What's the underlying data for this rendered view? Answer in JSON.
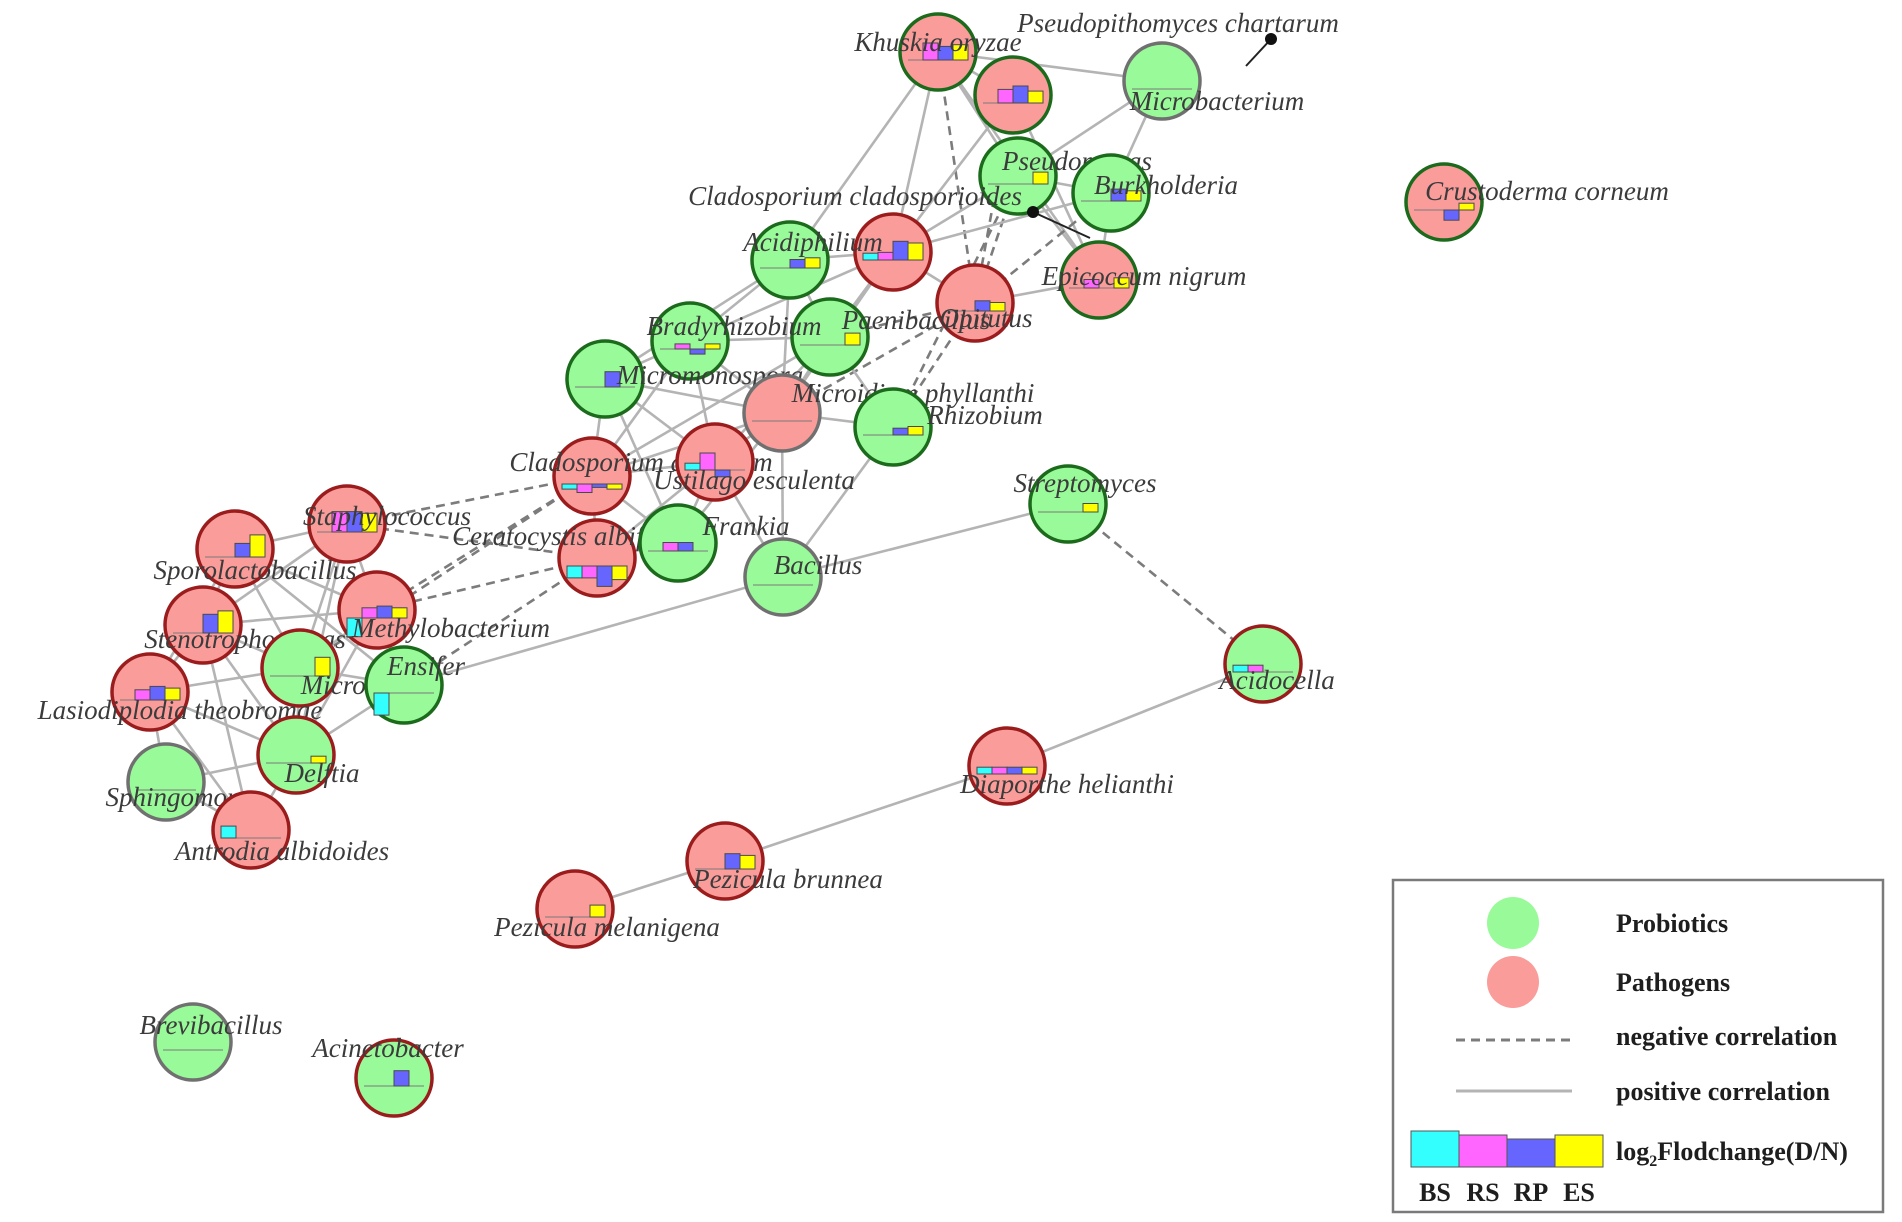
{
  "colors": {
    "probiotic_fill": "#99fa99",
    "pathogen_fill": "#f99c9a",
    "border_probiotic": "#1c6a1c",
    "border_pathogen": "#9a1c1c",
    "border_neutral": "#707070",
    "edge_positive": "#b4b4b4",
    "edge_negative": "#7c7c7c",
    "bar_bs": "#33ffff",
    "bar_rs": "#ff66ff",
    "bar_rp": "#6666ff",
    "bar_es": "#ffff00"
  },
  "legend": {
    "probiotics": "Probiotics",
    "pathogens": "Pathogens",
    "negative": "negative correlation",
    "positive": "positive correlation",
    "log_main": "log",
    "log_sub": "2",
    "log_rest": "Flodchange(D/N)",
    "bars": [
      "BS",
      "RS",
      "RP",
      "ES"
    ]
  },
  "nodes": [
    {
      "id": "khuskia",
      "label": "Khuskia oryzae",
      "kind": "pathogen",
      "border": "green",
      "bars": [
        0,
        1.0,
        0.8,
        0.9
      ]
    },
    {
      "id": "pseudopithomyces",
      "label": "Pseudopithomyces chartarum",
      "kind": "pathogen",
      "border": "green",
      "bars": [
        0,
        0.8,
        1.0,
        0.7
      ]
    },
    {
      "id": "microbacterium",
      "label": "Microbacterium",
      "kind": "probiotic",
      "border": "neutral",
      "bars": [
        0,
        0,
        0,
        0
      ]
    },
    {
      "id": "pseudomonas",
      "label": "Pseudomonas",
      "kind": "probiotic",
      "border": "green",
      "bars": [
        0,
        0,
        0,
        0.7
      ]
    },
    {
      "id": "burkholderia",
      "label": "Burkholderia",
      "kind": "probiotic",
      "border": "green",
      "bars": [
        0,
        0,
        0.7,
        0.6
      ]
    },
    {
      "id": "crustoderma",
      "label": "Crustoderma corneum",
      "kind": "pathogen",
      "border": "green",
      "bars": [
        0,
        0,
        -0.6,
        0.4
      ]
    },
    {
      "id": "cladosporium_c",
      "label": "Cladosporium cladosporioides",
      "kind": "pathogen",
      "border": "red",
      "bars": [
        0.4,
        0.45,
        1.1,
        1.0
      ]
    },
    {
      "id": "acidiphilium",
      "label": "Acidiphilium",
      "kind": "probiotic",
      "border": "green",
      "bars": [
        0,
        0,
        0.5,
        0.6
      ]
    },
    {
      "id": "epicoccum",
      "label": "Epicoccum nigrum",
      "kind": "pathogen",
      "border": "green",
      "bars": [
        0,
        0.5,
        0,
        0.6
      ]
    },
    {
      "id": "opitutus",
      "label": "Opitutus",
      "kind": "pathogen",
      "border": "red",
      "bars": [
        0,
        0,
        0.6,
        0.5
      ]
    },
    {
      "id": "paenibacillus",
      "label": "Paenibacillus",
      "kind": "probiotic",
      "border": "green",
      "bars": [
        0,
        0,
        0,
        0.7
      ]
    },
    {
      "id": "bradyrhizobium",
      "label": "Bradyrhizobium",
      "kind": "probiotic",
      "border": "green",
      "bars": [
        0,
        0.3,
        -0.3,
        0.3
      ]
    },
    {
      "id": "micromonospora",
      "label": "Micromonospora",
      "kind": "probiotic",
      "border": "green",
      "bars": [
        0,
        0,
        0.9,
        0
      ]
    },
    {
      "id": "microidium",
      "label": "Microidium phyllanthi",
      "kind": "pathogen",
      "border": "neutral",
      "bars": [
        0,
        0,
        0,
        0
      ]
    },
    {
      "id": "rhizobium",
      "label": "Rhizobium",
      "kind": "probiotic",
      "border": "green",
      "bars": [
        0,
        0,
        0.4,
        0.5
      ]
    },
    {
      "id": "cladosporium_a",
      "label": "Cladosporium allicinum",
      "kind": "pathogen",
      "border": "red",
      "bars": [
        -0.3,
        -0.5,
        -0.2,
        -0.3
      ]
    },
    {
      "id": "ustilago",
      "label": "Ustilago esculenta",
      "kind": "pathogen",
      "border": "red",
      "bars": [
        0.4,
        1.0,
        -0.4,
        0
      ]
    },
    {
      "id": "streptomyces",
      "label": "Streptomyces",
      "kind": "probiotic",
      "border": "green",
      "bars": [
        0,
        0,
        0,
        0.5
      ]
    },
    {
      "id": "staphylococcus",
      "label": "Staphylococcus",
      "kind": "pathogen",
      "border": "red",
      "bars": [
        0,
        1.2,
        1.2,
        1.1
      ]
    },
    {
      "id": "sporolactobacillus",
      "label": "Sporolactobacillus",
      "kind": "pathogen",
      "border": "red",
      "bars": [
        0,
        0,
        0.8,
        1.3
      ]
    },
    {
      "id": "ceratocystis",
      "label": "Ceratocystis albifundus",
      "kind": "pathogen",
      "border": "red",
      "bars": [
        -0.7,
        -0.7,
        -1.2,
        -0.8
      ]
    },
    {
      "id": "frankia",
      "label": "Frankia",
      "kind": "probiotic",
      "border": "green",
      "bars": [
        0,
        0.5,
        0.5,
        0
      ]
    },
    {
      "id": "bacillus",
      "label": "Bacillus",
      "kind": "probiotic",
      "border": "neutral",
      "bars": [
        0,
        0,
        0,
        0
      ]
    },
    {
      "id": "stenotrophomonas",
      "label": "Stenotrophomonas",
      "kind": "pathogen",
      "border": "red",
      "bars": [
        0,
        0,
        1.1,
        1.3
      ]
    },
    {
      "id": "methylobacterium",
      "label": "Methylobacterium",
      "kind": "pathogen",
      "border": "red",
      "bars": [
        -1.1,
        0.6,
        0.7,
        0.6
      ]
    },
    {
      "id": "acidocella",
      "label": "Acidocella",
      "kind": "probiotic",
      "border": "red",
      "bars": [
        0.4,
        0.4,
        0,
        0
      ]
    },
    {
      "id": "micrococcus",
      "label": "Micrococcus",
      "kind": "probiotic",
      "border": "red",
      "bars": [
        0,
        0,
        0,
        1.1
      ]
    },
    {
      "id": "ensifer",
      "label": "Ensifer",
      "kind": "probiotic",
      "border": "green",
      "bars": [
        -1.3,
        0,
        0,
        0
      ]
    },
    {
      "id": "lasiodiplodia",
      "label": "Lasiodiplodia theobromae",
      "kind": "pathogen",
      "border": "red",
      "bars": [
        0,
        0.6,
        0.8,
        0.7
      ]
    },
    {
      "id": "diaporthe",
      "label": "Diaporthe helianthi",
      "kind": "pathogen",
      "border": "red",
      "bars": [
        0.4,
        0.4,
        0.4,
        0.4
      ]
    },
    {
      "id": "delftia",
      "label": "Delftia",
      "kind": "probiotic",
      "border": "red",
      "bars": [
        0,
        0,
        0,
        0.4
      ]
    },
    {
      "id": "sphingomonas",
      "label": "Sphingomonas",
      "kind": "probiotic",
      "border": "neutral",
      "bars": [
        0,
        0,
        0,
        0
      ]
    },
    {
      "id": "antrodia",
      "label": "Antrodia albidoides",
      "kind": "pathogen",
      "border": "red",
      "bars": [
        0.7,
        0,
        0,
        0
      ]
    },
    {
      "id": "pezicula_b",
      "label": "Pezicula brunnea",
      "kind": "pathogen",
      "border": "red",
      "bars": [
        0,
        0,
        0.9,
        0.8
      ]
    },
    {
      "id": "pezicula_m",
      "label": "Pezicula melanigena",
      "kind": "pathogen",
      "border": "red",
      "bars": [
        0,
        0,
        0,
        0.7
      ]
    },
    {
      "id": "brevibacillus",
      "label": "Brevibacillus",
      "kind": "probiotic",
      "border": "neutral",
      "bars": [
        0,
        0,
        0,
        0
      ]
    },
    {
      "id": "acinetobacter",
      "label": "Acinetobacter",
      "kind": "probiotic",
      "border": "red",
      "bars": [
        0,
        0,
        0.9,
        0
      ]
    }
  ],
  "edges": [
    [
      "khuskia",
      "pseudopithomyces",
      "positive"
    ],
    [
      "khuskia",
      "pseudomonas",
      "positive"
    ],
    [
      "khuskia",
      "cladosporium_c",
      "positive"
    ],
    [
      "khuskia",
      "acidiphilium",
      "positive"
    ],
    [
      "khuskia",
      "opitutus",
      "negative"
    ],
    [
      "khuskia",
      "epicoccum",
      "positive"
    ],
    [
      "pseudopithomyces",
      "epicoccum",
      "positive"
    ],
    [
      "pseudopithomyces",
      "opitutus",
      "negative"
    ],
    [
      "pseudopithomyces",
      "cladosporium_c",
      "positive"
    ],
    [
      "microbacterium",
      "pseudomonas",
      "positive"
    ],
    [
      "microbacterium",
      "burkholderia",
      "positive"
    ],
    [
      "microbacterium",
      "khuskia",
      "positive"
    ],
    [
      "pseudomonas",
      "burkholderia",
      "positive"
    ],
    [
      "pseudomonas",
      "epicoccum",
      "positive"
    ],
    [
      "pseudomonas",
      "opitutus",
      "negative"
    ],
    [
      "pseudomonas",
      "cladosporium_c",
      "positive"
    ],
    [
      "pseudomonas",
      "rhizobium",
      "negative"
    ],
    [
      "burkholderia",
      "epicoccum",
      "positive"
    ],
    [
      "burkholderia",
      "cladosporium_c",
      "positive"
    ],
    [
      "burkholderia",
      "opitutus",
      "negative"
    ],
    [
      "cladosporium_c",
      "acidiphilium",
      "positive"
    ],
    [
      "cladosporium_c",
      "paenibacillus",
      "positive"
    ],
    [
      "cladosporium_c",
      "opitutus",
      "positive"
    ],
    [
      "cladosporium_c",
      "microidium",
      "positive"
    ],
    [
      "cladosporium_c",
      "bradyrhizobium",
      "positive"
    ],
    [
      "epicoccum",
      "opitutus",
      "positive"
    ],
    [
      "opitutus",
      "paenibacillus",
      "negative"
    ],
    [
      "opitutus",
      "microidium",
      "negative"
    ],
    [
      "opitutus",
      "rhizobium",
      "negative"
    ],
    [
      "acidiphilium",
      "bradyrhizobium",
      "positive"
    ],
    [
      "acidiphilium",
      "paenibacillus",
      "positive"
    ],
    [
      "acidiphilium",
      "micromonospora",
      "positive"
    ],
    [
      "acidiphilium",
      "microidium",
      "positive"
    ],
    [
      "paenibacillus",
      "rhizobium",
      "positive"
    ],
    [
      "paenibacillus",
      "microidium",
      "positive"
    ],
    [
      "paenibacillus",
      "bradyrhizobium",
      "positive"
    ],
    [
      "paenibacillus",
      "ustilago",
      "positive"
    ],
    [
      "paenibacillus",
      "cladosporium_a",
      "positive"
    ],
    [
      "bradyrhizobium",
      "micromonospora",
      "positive"
    ],
    [
      "bradyrhizobium",
      "cladosporium_a",
      "positive"
    ],
    [
      "bradyrhizobium",
      "ustilago",
      "positive"
    ],
    [
      "bradyrhizobium",
      "microidium",
      "positive"
    ],
    [
      "micromonospora",
      "cladosporium_a",
      "positive"
    ],
    [
      "micromonospora",
      "ustilago",
      "positive"
    ],
    [
      "micromonospora",
      "frankia",
      "positive"
    ],
    [
      "micromonospora",
      "microidium",
      "positive"
    ],
    [
      "microidium",
      "rhizobium",
      "positive"
    ],
    [
      "microidium",
      "ustilago",
      "positive"
    ],
    [
      "microidium",
      "cladosporium_a",
      "positive"
    ],
    [
      "microidium",
      "bacillus",
      "positive"
    ],
    [
      "microidium",
      "frankia",
      "positive"
    ],
    [
      "rhizobium",
      "bacillus",
      "positive"
    ],
    [
      "cladosporium_a",
      "ustilago",
      "positive"
    ],
    [
      "cladosporium_a",
      "ceratocystis",
      "positive"
    ],
    [
      "cladosporium_a",
      "frankia",
      "positive"
    ],
    [
      "cladosporium_a",
      "staphylococcus",
      "negative"
    ],
    [
      "cladosporium_a",
      "methylobacterium",
      "negative"
    ],
    [
      "cladosporium_a",
      "micrococcus",
      "negative"
    ],
    [
      "ustilago",
      "frankia",
      "positive"
    ],
    [
      "ustilago",
      "ceratocystis",
      "positive"
    ],
    [
      "ustilago",
      "bacillus",
      "positive"
    ],
    [
      "ceratocystis",
      "frankia",
      "positive"
    ],
    [
      "ceratocystis",
      "methylobacterium",
      "negative"
    ],
    [
      "ceratocystis",
      "staphylococcus",
      "negative"
    ],
    [
      "ceratocystis",
      "ensifer",
      "negative"
    ],
    [
      "bacillus",
      "ensifer",
      "positive"
    ],
    [
      "bacillus",
      "streptomyces",
      "positive"
    ],
    [
      "streptomyces",
      "acidocella",
      "negative"
    ],
    [
      "staphylococcus",
      "sporolactobacillus",
      "positive"
    ],
    [
      "staphylococcus",
      "stenotrophomonas",
      "positive"
    ],
    [
      "staphylococcus",
      "micrococcus",
      "positive"
    ],
    [
      "staphylococcus",
      "methylobacterium",
      "positive"
    ],
    [
      "staphylococcus",
      "delftia",
      "positive"
    ],
    [
      "sporolactobacillus",
      "stenotrophomonas",
      "positive"
    ],
    [
      "sporolactobacillus",
      "methylobacterium",
      "positive"
    ],
    [
      "sporolactobacillus",
      "micrococcus",
      "positive"
    ],
    [
      "sporolactobacillus",
      "lasiodiplodia",
      "positive"
    ],
    [
      "sporolactobacillus",
      "ensifer",
      "positive"
    ],
    [
      "stenotrophomonas",
      "lasiodiplodia",
      "positive"
    ],
    [
      "stenotrophomonas",
      "micrococcus",
      "positive"
    ],
    [
      "stenotrophomonas",
      "delftia",
      "positive"
    ],
    [
      "stenotrophomonas",
      "antrodia",
      "positive"
    ],
    [
      "stenotrophomonas",
      "methylobacterium",
      "positive"
    ],
    [
      "methylobacterium",
      "micrococcus",
      "positive"
    ],
    [
      "methylobacterium",
      "ensifer",
      "positive"
    ],
    [
      "methylobacterium",
      "delftia",
      "positive"
    ],
    [
      "micrococcus",
      "ensifer",
      "positive"
    ],
    [
      "micrococcus",
      "delftia",
      "positive"
    ],
    [
      "micrococcus",
      "lasiodiplodia",
      "positive"
    ],
    [
      "ensifer",
      "delftia",
      "positive"
    ],
    [
      "lasiodiplodia",
      "sphingomonas",
      "positive"
    ],
    [
      "lasiodiplodia",
      "delftia",
      "positive"
    ],
    [
      "lasiodiplodia",
      "antrodia",
      "positive"
    ],
    [
      "delftia",
      "sphingomonas",
      "positive"
    ],
    [
      "delftia",
      "antrodia",
      "positive"
    ],
    [
      "sphingomonas",
      "antrodia",
      "positive"
    ],
    [
      "diaporthe",
      "acidocella",
      "positive"
    ],
    [
      "diaporthe",
      "pezicula_b",
      "positive"
    ],
    [
      "pezicula_b",
      "pezicula_m",
      "positive"
    ]
  ]
}
